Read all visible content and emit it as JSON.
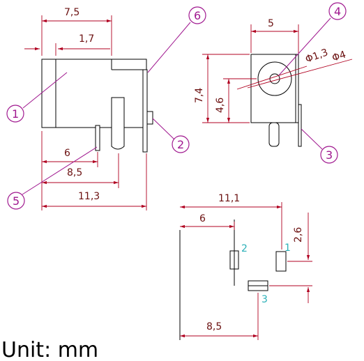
{
  "dimensions": {
    "d7_5": "7,5",
    "d1_7": "1,7",
    "d6_side": "6",
    "d8_5_side": "8,5",
    "d11_3": "11,3",
    "d5": "5",
    "d7_4": "7,4",
    "d4_6": "4,6",
    "phi1_3": "Φ1,3",
    "phi4": "Φ4",
    "d11_1": "11,1",
    "d6_plan": "6",
    "d2_6": "2,6",
    "d8_5_plan": "8,5"
  },
  "balloons": [
    "1",
    "2",
    "3",
    "4",
    "5",
    "6"
  ],
  "pins": [
    "1",
    "2",
    "3"
  ],
  "unit_label": "Unit: mm",
  "colors": {
    "dimension": "#b00020",
    "leader": "#a0188f",
    "pin_label": "#2ab0b8",
    "outline": "#000000"
  }
}
